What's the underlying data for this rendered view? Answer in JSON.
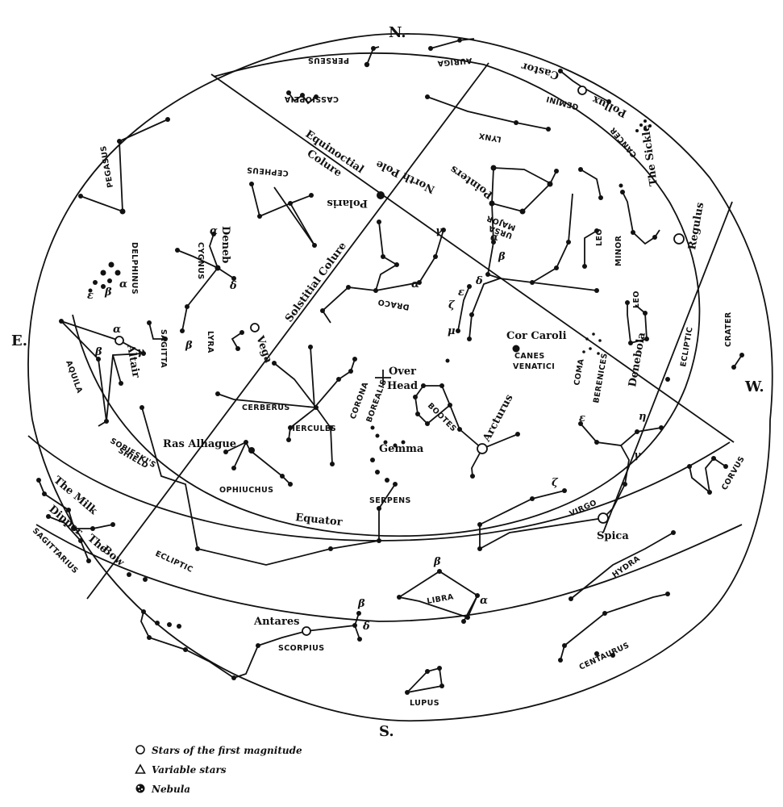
{
  "directions": {
    "north": "N.",
    "south": "S.",
    "east": "E.",
    "west": "W."
  },
  "legend": {
    "first_magnitude": "Stars of the first magnitude",
    "variable": "Variable stars",
    "nebula": "Nebula"
  },
  "labels": {
    "perseus": "PERSEUS",
    "auriga": "AURIGA",
    "cassiopeia": "CASSIOPEIA",
    "gemini": "GEMINI",
    "castor": "Castor",
    "pollux": "Pollux",
    "cancer": "CANCER",
    "lynx": "LYNX",
    "pegasus": "PEGASUS",
    "cepheus": "CEPHEUS",
    "equinoctial": "Equinoctial",
    "colure": "Colure",
    "polaris": "Polaris",
    "north_pole": "North Pole",
    "pointers": "Pointers",
    "the_sickle": "The Sickle",
    "regulus": "Regulus",
    "ursa": "URSA",
    "major": "MAJOR",
    "leo_minor_1": "LEO",
    "leo_minor_2": "MINOR",
    "deneb": "Deneb",
    "cygnus": "CYGNUS",
    "delphinus": "DELPHINUS",
    "solstitial_colure": "Solstitial Colure",
    "draco": "DRACO",
    "cor_caroli": "Cor Caroli",
    "leo": "LEO",
    "ecliptic_right": "ECLIPTIC",
    "crater": "CRATER",
    "lyra": "LYRA",
    "sagitta": "SAGITTA",
    "altair": "Altair",
    "aquila": "AQUILA",
    "vega": "Vega",
    "canes": "CANES",
    "venatici": "VENATICI",
    "coma": "COMA",
    "berenices": "BERENICES",
    "denebola": "Denebola",
    "over": "Over",
    "head": "Head",
    "cerberus": "CERBERUS",
    "corona": "CORONA",
    "borealis": "BOREALIS",
    "bootes": "BOOTES",
    "arcturus": "Arcturus",
    "hercules": "HERCULES",
    "gemma": "Gemma",
    "ras_alhague": "Ras Alhague",
    "sobieskis": "SOBIESKI'S",
    "shield": "SHIELD",
    "ophiuchus": "OPHIUCHUS",
    "serpens": "SERPENS",
    "virgo": "VIRGO",
    "corvus": "CORVUS",
    "equator": "Equator",
    "spica": "Spica",
    "the_milk": "The Milk",
    "dipper": "Dipper",
    "the": "The",
    "bow": "Bow",
    "sagittarius": "SAGITTARIUS",
    "ecliptic_left": "ECLIPTIC",
    "hydra": "HYDRA",
    "libra": "LIBRA",
    "antares": "Antares",
    "scorpius": "SCORPIUS",
    "centaurus": "CENTAURUS",
    "lupus": "LUPUS"
  },
  "greek": {
    "alpha": "α",
    "beta": "β",
    "gamma": "γ",
    "delta": "δ",
    "epsilon": "ε",
    "zeta": "ζ",
    "eta": "η",
    "mu": "μ"
  }
}
